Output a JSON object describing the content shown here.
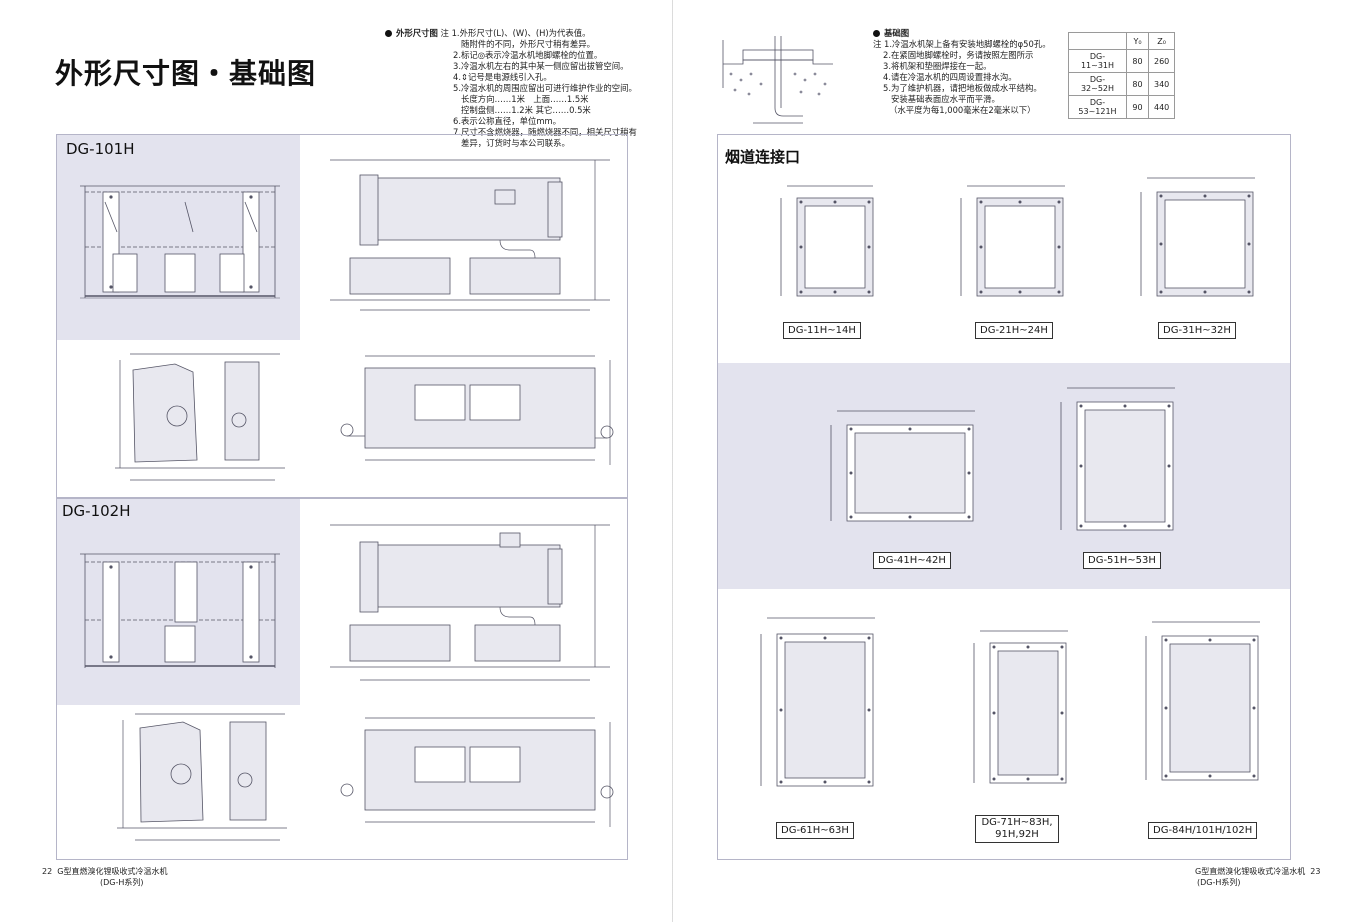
{
  "left": {
    "title": "外形尺寸图・基础图",
    "notes_header": "外形尺寸图",
    "notes": [
      "注 1.外形尺寸(L)、(W)、(H)为代表值。",
      "随附件的不同，外形尺寸稍有差异。",
      "2.标记◎表示冷温水机地脚螺栓的位置。",
      "3.冷温水机左右的其中某一侧应留出拔管空间。",
      "4.⇕记号是电源线引入孔。",
      "5.冷温水机的周围应留出可进行维护作业的空间。",
      "长度方向……1米　上面……1.5米",
      "控制盘侧……1.2米 其它……0.5米",
      "6.表示公称直径，单位mm。",
      "7.尺寸不含燃烧器，随燃烧器不同，相关尺寸稍有",
      "差异，订货时与本公司联系。"
    ],
    "models": {
      "a": "DG-101H",
      "b": "DG-102H"
    },
    "footer": {
      "page": "22",
      "product": "G型直燃溴化锂吸收式冷温水机",
      "series": "(DG-H系列)"
    }
  },
  "right": {
    "foundation_header": "基础图",
    "foundation_notes": [
      "注 1.冷温水机架上备有安装地脚螺栓的φ50孔。",
      "2.在紧固地脚螺栓时，务请按照左图所示",
      "3.将机架和垫圈焊接在一起。",
      "4.请在冷温水机的四周设置排水沟。",
      "5.为了维护机器，请把地板做成水平结构。",
      "安装基础表面应水平而平滑。",
      "（水平度为每1,000毫米在2毫米以下）"
    ],
    "foundation_table": {
      "headers": [
        "",
        "Y₀",
        "Z₀"
      ],
      "rows": [
        [
          "DG-11~31H",
          "80",
          "260"
        ],
        [
          "DG-32~52H",
          "80",
          "340"
        ],
        [
          "DG-53~121H",
          "90",
          "440"
        ]
      ]
    },
    "flue_title": "烟道连接口",
    "flue_models": [
      "DG-11H~14H",
      "DG-21H~24H",
      "DG-31H~32H",
      "DG-41H~42H",
      "DG-51H~53H",
      "DG-61H~63H",
      "DG-71H~83H,\n91H,92H",
      "DG-84H/101H/102H"
    ],
    "footer": {
      "page": "23",
      "product": "G型直燃溴化锂吸收式冷温水机",
      "series": "(DG-H系列)"
    }
  },
  "colors": {
    "panel_shade": "#e3e3ee",
    "line": "#555566",
    "border": "#b5b5c8"
  }
}
